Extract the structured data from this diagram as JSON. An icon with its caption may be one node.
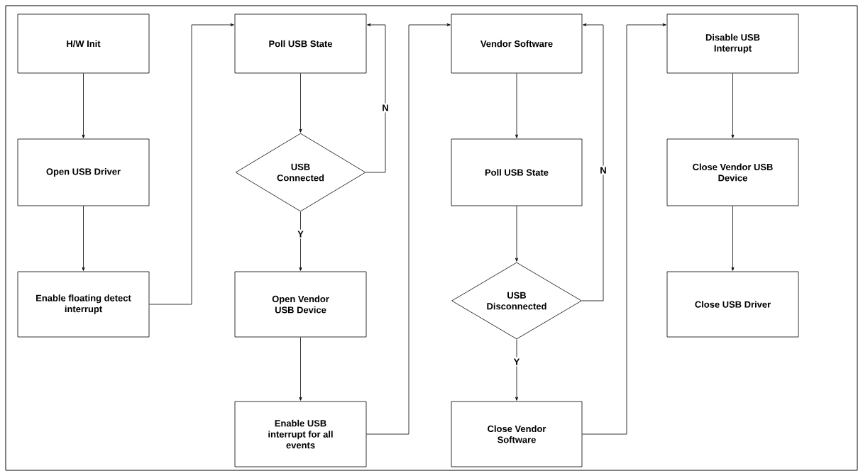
{
  "diagram": {
    "nodes": [
      {
        "text": [
          "H/W Init"
        ]
      },
      {
        "text": [
          "Open USB Driver"
        ]
      },
      {
        "text": [
          "Enable floating detect interrupt"
        ]
      },
      {
        "text": [
          "Poll USB State"
        ]
      },
      {
        "text": [
          "USB Connected"
        ]
      },
      {
        "text": [
          "Open Vendor USB Device"
        ]
      },
      {
        "text": [
          "Enable USB interrupt for all events"
        ]
      },
      {
        "text": [
          "Vendor Software"
        ]
      },
      {
        "text": [
          "Poll USB State"
        ]
      },
      {
        "text": [
          "USB Disconnected"
        ]
      },
      {
        "text": [
          "Close Vendor Software"
        ]
      },
      {
        "text": [
          "Disable USB Interrupt"
        ]
      },
      {
        "text": [
          "Close Vendor USB Device"
        ]
      },
      {
        "text": [
          "Close USB Driver"
        ]
      }
    ],
    "edges": [
      {
        "from": 0,
        "to": 1,
        "arrow": "to"
      },
      {
        "from": 1,
        "to": 2,
        "arrow": "to"
      },
      {
        "from": 2,
        "to": 3,
        "arrow": "to"
      },
      {
        "from": 3,
        "to": 4,
        "arrow": "to"
      },
      {
        "from": 4,
        "to": 5,
        "arrow": "to",
        "label": "Y"
      },
      {
        "from": 4,
        "to": 3,
        "arrow": "to",
        "label": "N"
      },
      {
        "from": 5,
        "to": 6,
        "arrow": "to"
      },
      {
        "from": 6,
        "to": 7,
        "arrow": "to"
      },
      {
        "from": 7,
        "to": 8,
        "arrow": "to"
      },
      {
        "from": 8,
        "to": 9,
        "arrow": "to"
      },
      {
        "from": 9,
        "to": 10,
        "arrow": "to",
        "label": "Y"
      },
      {
        "from": 9,
        "to": 7,
        "arrow": "to",
        "label": "N"
      },
      {
        "from": 10,
        "to": 11,
        "arrow": "to"
      },
      {
        "from": 11,
        "to": 12,
        "arrow": "to"
      },
      {
        "from": 12,
        "to": 13,
        "arrow": "to"
      }
    ]
  }
}
